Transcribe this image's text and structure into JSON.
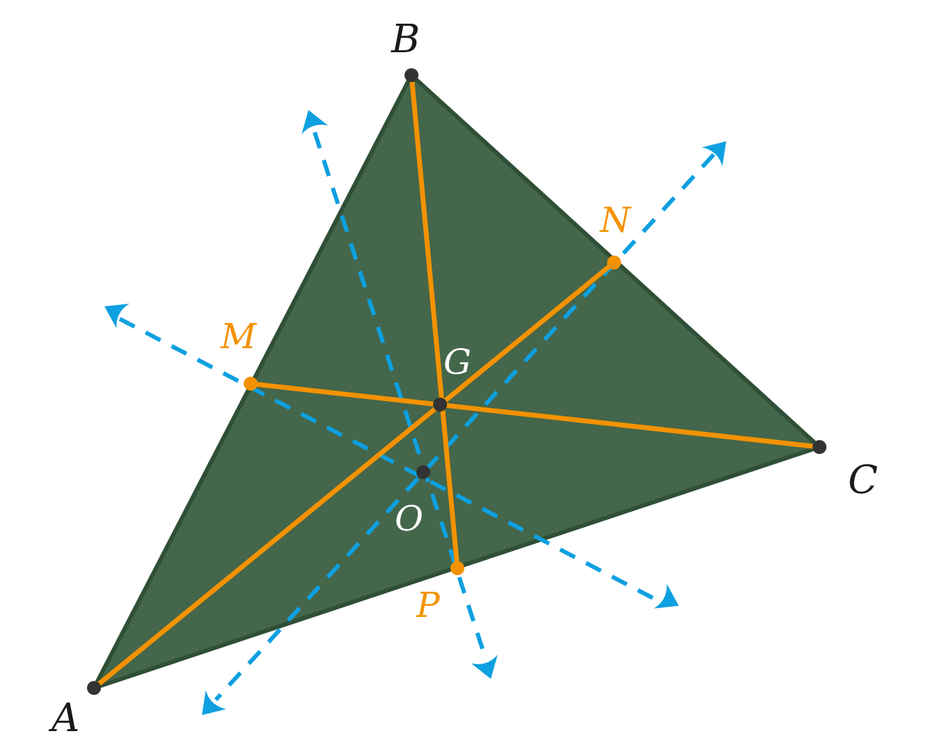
{
  "diagram": {
    "colors": {
      "triangle_fill": "#44664a",
      "triangle_stroke": "#2f4f36",
      "median": "#f39200",
      "bisector": "#0ea0e0",
      "vertex_dot": "#333333",
      "midpoint_dot": "#f39200"
    },
    "labels": {
      "A": "A",
      "B": "B",
      "C": "C",
      "M": "M",
      "N": "N",
      "P": "P",
      "G": "G",
      "O": "O"
    }
  }
}
